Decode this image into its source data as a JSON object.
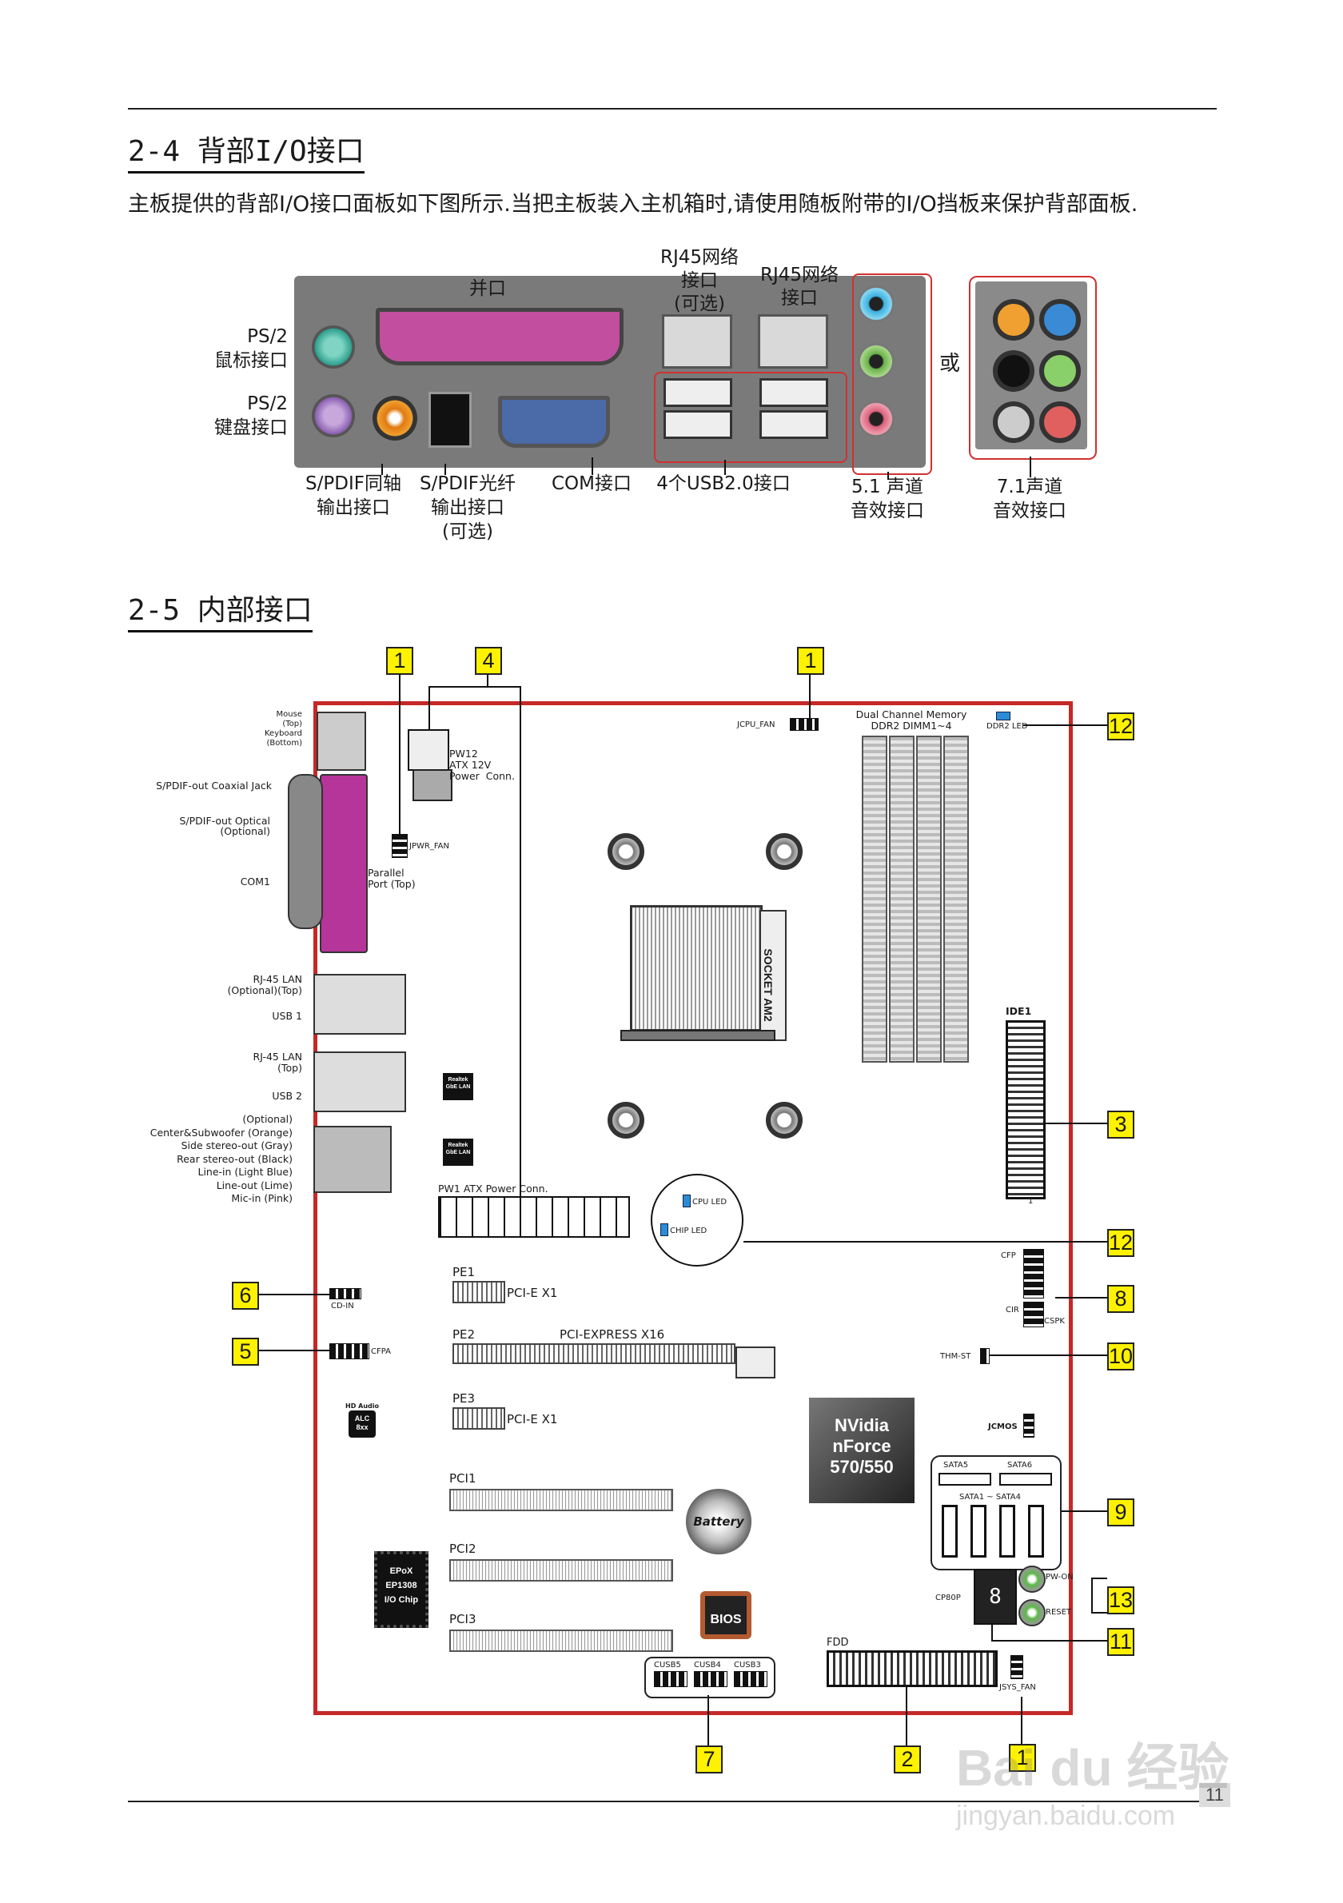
{
  "sec24": {
    "title": "2-4 背部I/O接口",
    "intro": "主板提供的背部I/O接口面板如下图所示.当把主板装入主机箱时,请使用随板附带的I/O挡板来保护背部面板.",
    "labels": {
      "ps2_mouse": "PS/2\n鼠标接口",
      "ps2_kb": "PS/2\n键盘接口",
      "parallel": "并口",
      "rj45_opt": "RJ45网络\n接口\n(可选)",
      "rj45": "RJ45网络\n接口",
      "or": "或",
      "spdif_coax": "S/PDIF同轴\n输出接口",
      "spdif_opt": "S/PDIF光纤\n输出接口\n(可选)",
      "com": "COM接口",
      "usb": "4个USB2.0接口",
      "audio51": "5.1 声道\n音效接口",
      "audio71": "7.1声道\n音效接口"
    }
  },
  "sec25": {
    "title": "2-5 内部接口",
    "callouts": {
      "c1": "1",
      "c2": "2",
      "c3": "3",
      "c4": "4",
      "c5": "5",
      "c6": "6",
      "c7": "7",
      "c8": "8",
      "c9": "9",
      "c10": "10",
      "c11": "11",
      "c12": "12",
      "c13": "13"
    },
    "labels": {
      "mouse": "Mouse\n(Top)\nKeyboard\n(Bottom)",
      "spdif_coax": "S/PDIF-out Coaxial Jack",
      "spdif_opt": "S/PDIF-out Optical\n(Optional)",
      "com1": "COM1",
      "parallel": "Parallel\nPort (Top)",
      "rj45_opt": "RJ-45 LAN\n(Optional)(Top)",
      "usb1": "USB 1",
      "rj45": "RJ-45 LAN\n(Top)",
      "usb2": "USB 2",
      "audio": "(Optional)\nCenter&Subwoofer (Orange)\nSide stereo-out (Gray)\nRear stereo-out (Black)\nLine-in (Light Blue)\nLine-out (Lime)\nMic-in (Pink)",
      "pw12": "PW12\nATX 12V\nPower  Conn.",
      "jpwr_fan": "JPWR_FAN",
      "jcpu_fan": "JCPU_FAN",
      "dimm": "Dual Channel Memory\nDDR2 DIMM1~4",
      "ddr2_led": "DDR2 LED",
      "socket": "SOCKET AM2",
      "ide1": "IDE1",
      "pin1": "1",
      "realtek1": "Realtek\nGbE LAN",
      "realtek2": "Realtek\nGbE LAN",
      "pw1": "PW1 ATX Power Conn.",
      "cpu_led": "CPU LED",
      "chip_led": "CHIP LED",
      "cd_in": "CD-IN",
      "cfpa": "CFPA",
      "pe1": "PE1",
      "pcie_x1_a": "PCI-E X1",
      "pe2": "PE2",
      "pcie_x16": "PCI-EXPRESS X16",
      "pe3": "PE3",
      "pcie_x1_b": "PCI-E X1",
      "hd_audio": "HD Audio",
      "alc": "ALC\n8xx",
      "cfp": "CFP",
      "cir": "CIR",
      "cspk": "CSPK",
      "thm_st": "THM-ST",
      "nvidia": "NVidia\nnForce\n570/550",
      "jcmos": "JCMOS",
      "sata5": "SATA5",
      "sata6": "SATA6",
      "sata14": "SATA1 ~ SATA4",
      "pci1": "PCI1",
      "pci2": "PCI2",
      "pci3": "PCI3",
      "battery": "Battery",
      "bios": "BIOS",
      "epox": "EPoX\nEP1308\nI/O Chip",
      "cp80p": "CP80P",
      "pw_on": "PW-ON",
      "reset": "RESET",
      "cusb5": "CUSB5",
      "cusb4": "CUSB4",
      "cusb3": "CUSB3",
      "fdd": "FDD",
      "jsys_fan": "JSYS_FAN"
    }
  },
  "footer": {
    "page": "11",
    "watermark": "Bai du 经验",
    "watermark_url": "jingyan.baidu.com"
  }
}
